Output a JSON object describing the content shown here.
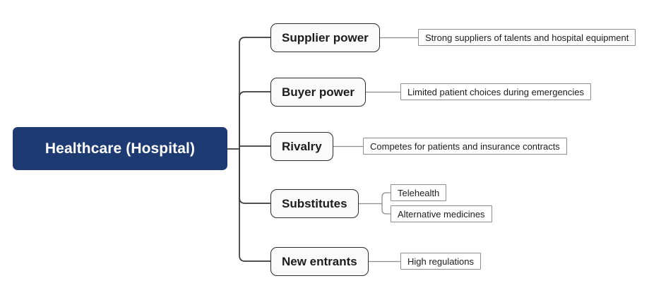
{
  "diagram": {
    "type": "five-forces-mind-map",
    "colors": {
      "root_fill": "#1e3a72",
      "root_text": "#ffffff",
      "branch_fill": "#fafafa",
      "branch_border": "#2b2b2b",
      "leaf_border": "#8d8d8d",
      "connector_main": "#3a3a3a",
      "connector_sub": "#8d8d8d",
      "background": "#ffffff"
    },
    "root": {
      "label": "Healthcare (Hospital)"
    },
    "branches": [
      {
        "label": "Supplier power",
        "leaves": [
          {
            "label": "Strong suppliers of talents and hospital equipment"
          }
        ]
      },
      {
        "label": "Buyer power",
        "leaves": [
          {
            "label": "Limited patient choices during emergencies"
          }
        ]
      },
      {
        "label": "Rivalry",
        "leaves": [
          {
            "label": "Competes for patients and insurance contracts"
          }
        ]
      },
      {
        "label": "Substitutes",
        "leaves": [
          {
            "label": "Telehealth"
          },
          {
            "label": "Alternative medicines"
          }
        ]
      },
      {
        "label": "New entrants",
        "leaves": [
          {
            "label": "High regulations"
          }
        ]
      }
    ]
  }
}
